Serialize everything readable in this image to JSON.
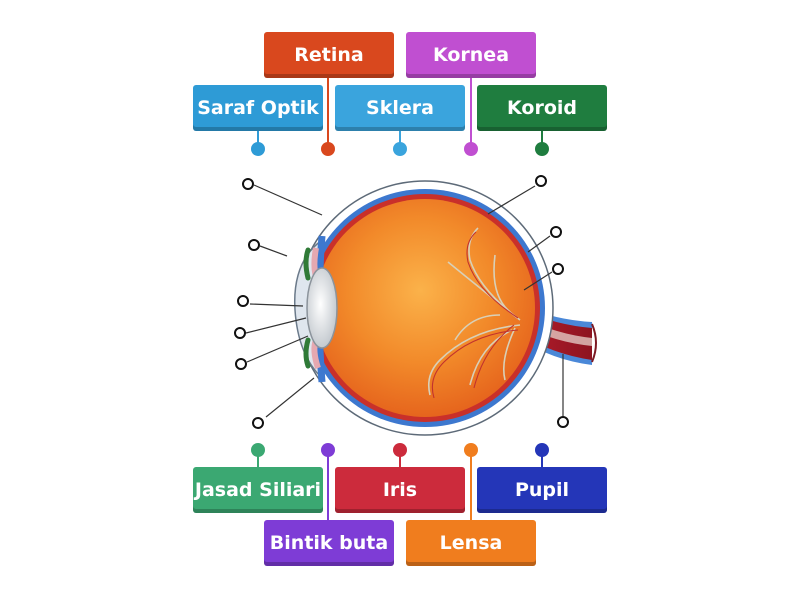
{
  "colors": {
    "Retina": "#d9481e",
    "Kornea": "#c04fd1",
    "Saraf Optik": "#2e9bd6",
    "Sklera": "#3aa4dd",
    "Koroid": "#1f7d3f",
    "Jasad Siliari": "#3ba872",
    "Bintik buta": "#7e3cd6",
    "Iris": "#cc2b3c",
    "Pupil": "#2436b8",
    "Lensa": "#f07d1e"
  },
  "top_tiles": [
    {
      "label": "Retina",
      "color_key": "Retina"
    },
    {
      "label": "Kornea",
      "color_key": "Kornea"
    },
    {
      "label": "Saraf Optik",
      "color_key": "Saraf Optik"
    },
    {
      "label": "Sklera",
      "color_key": "Sklera"
    },
    {
      "label": "Koroid",
      "color_key": "Koroid"
    }
  ],
  "bottom_tiles": [
    {
      "label": "Jasad Siliari",
      "color_key": "Jasad Siliari"
    },
    {
      "label": "Iris",
      "color_key": "Iris"
    },
    {
      "label": "Pupil",
      "color_key": "Pupil"
    },
    {
      "label": "Bintik buta",
      "color_key": "Bintik buta"
    },
    {
      "label": "Lensa",
      "color_key": "Lensa"
    }
  ]
}
